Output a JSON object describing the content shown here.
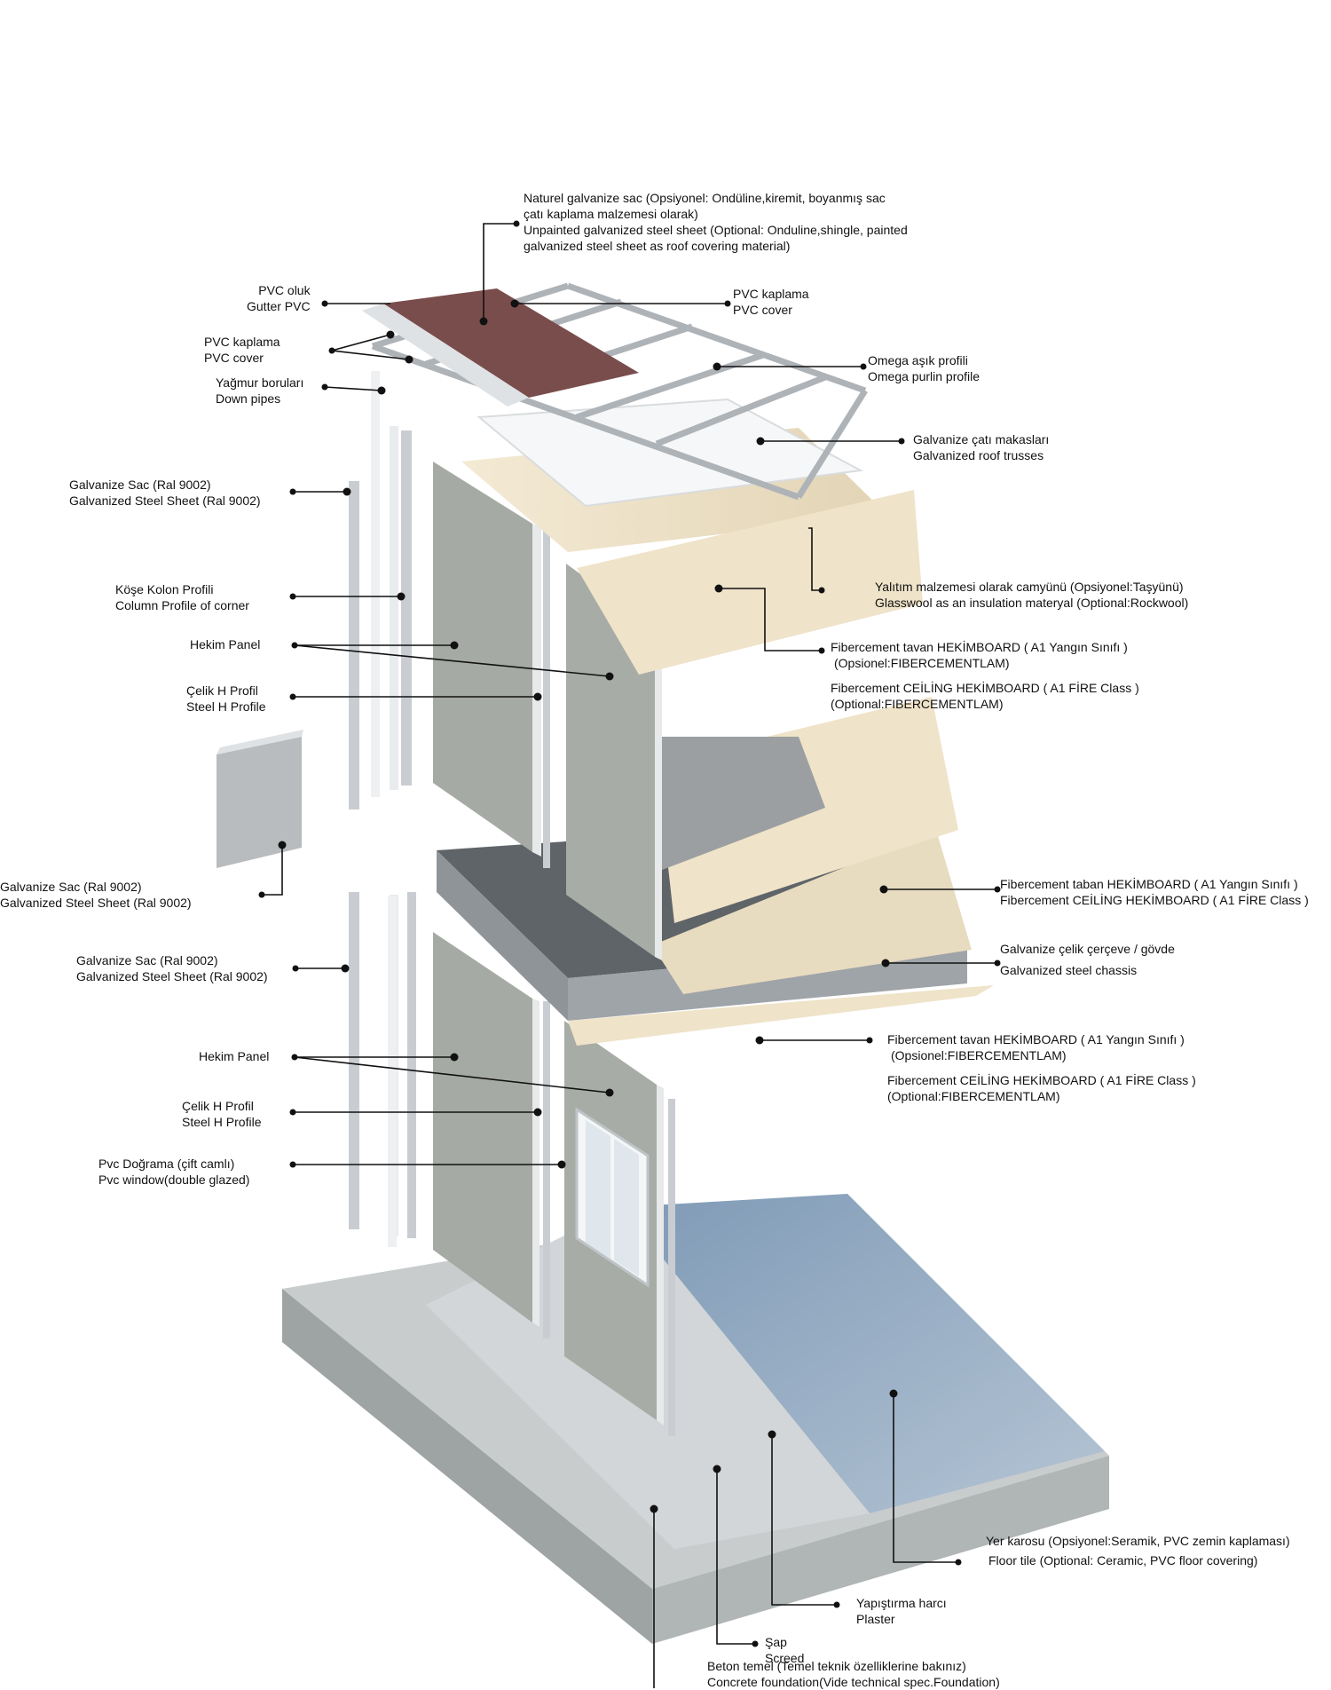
{
  "labels": {
    "roof_sheet": {
      "tr": "Naturel galvanize sac (Opsiyonel: Ondüline,kiremit, boyanmış sac",
      "tr2": "çatı kaplama malzemesi olarak)",
      "en": "Unpainted galvanized steel sheet (Optional: Onduline,shingle, painted",
      "en2": "galvanized steel sheet as roof covering material)"
    },
    "gutter": {
      "tr": "PVC oluk",
      "en": "Gutter PVC"
    },
    "pvc_cover_left": {
      "tr": "PVC kaplama",
      "en": "PVC cover"
    },
    "pvc_cover_right": {
      "tr": "PVC kaplama",
      "en": "PVC cover"
    },
    "down_pipes": {
      "tr": "Yağmur boruları",
      "en": "Down pipes"
    },
    "omega": {
      "tr": "Omega aşık profili",
      "en": "Omega purlin profile"
    },
    "trusses": {
      "tr": "Galvanize çatı makasları",
      "en": "Galvanized roof trusses"
    },
    "steel_sheet_1": {
      "tr": "Galvanize Sac (Ral 9002)",
      "en": "Galvanized Steel Sheet (Ral 9002)"
    },
    "corner_column": {
      "tr": "Köşe Kolon Profili",
      "en": "Column Profile of corner"
    },
    "panel_top": {
      "tr": "Hekim Panel"
    },
    "h_profile_top": {
      "tr": "Çelik H Profil",
      "en": "Steel H Profile"
    },
    "insulation": {
      "tr": "Yalıtım malzemesi olarak camyünü (Opsiyonel:Taşyünü)",
      "en": "Glasswool as an insulation materyal (Optional:Rockwool)"
    },
    "ceiling_board_top": {
      "tr": "Fibercement tavan HEKİMBOARD ( A1 Yangın Sınıfı )",
      "tr2": "(Opsionel:FIBERCEMENTLAM)",
      "en": "Fibercement CEİLİNG HEKİMBOARD ( A1 FİRE Class )",
      "en2": "(Optional:FIBERCEMENTLAM)"
    },
    "steel_sheet_2": {
      "tr": "Galvanize Sac (Ral 9002)",
      "en": "Galvanized Steel Sheet (Ral 9002)"
    },
    "floor_board": {
      "tr": "Fibercement taban HEKİMBOARD ( A1 Yangın Sınıfı )",
      "en": "Fibercement CEİLİNG HEKİMBOARD ( A1 FİRE Class )"
    },
    "chassis": {
      "tr": "Galvanize çelik çerçeve / gövde",
      "en": "Galvanized steel chassis"
    },
    "steel_sheet_3": {
      "tr": "Galvanize Sac (Ral 9002)",
      "en": "Galvanized Steel Sheet (Ral 9002)"
    },
    "ceiling_board_bottom": {
      "tr": "Fibercement tavan HEKİMBOARD ( A1 Yangın Sınıfı )",
      "tr2": "(Opsionel:FIBERCEMENTLAM)",
      "en": "Fibercement CEİLİNG HEKİMBOARD ( A1 FİRE Class )",
      "en2": "(Optional:FIBERCEMENTLAM)"
    },
    "panel_bottom": {
      "tr": "Hekim Panel"
    },
    "h_profile_bottom": {
      "tr": "Çelik H Profil",
      "en": "Steel H Profile"
    },
    "window": {
      "tr": "Pvc Doğrama (çift camlı)",
      "en": "Pvc window(double glazed)"
    },
    "floor_tile": {
      "tr": "Yer karosu (Opsiyonel:Seramik, PVC zemin kaplaması)",
      "en": "Floor tile (Optional: Ceramic, PVC floor covering)"
    },
    "plaster": {
      "tr": "Yapıştırma harcı",
      "en": "Plaster"
    },
    "screed": {
      "tr": "Şap",
      "en": "Screed"
    },
    "foundation": {
      "tr": "Beton temel (Temel teknik özelliklerine bakınız)",
      "en": "Concrete foundation(Vide technical spec.Foundation)"
    }
  },
  "colors": {
    "panel": "#a6aaa4",
    "panel_dark": "#7d827c",
    "steel": "#c9cdd2",
    "roof": "#7a4d4d",
    "board": "#efe3c9",
    "concrete": "#b9bdbe",
    "floor": "#8ea6bd",
    "leader": "#111111"
  }
}
